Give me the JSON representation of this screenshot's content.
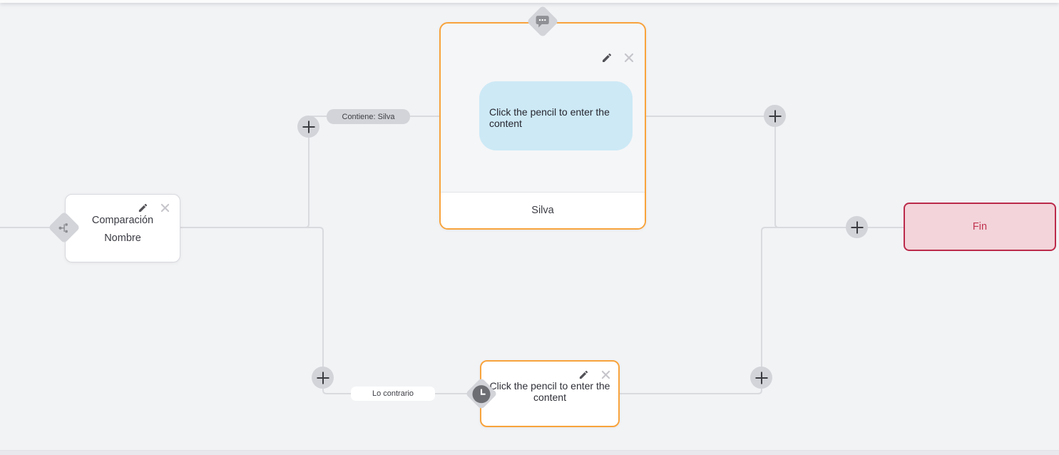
{
  "colors": {
    "canvas_bg": "#f2f3f5",
    "connector": "#d9dade",
    "node_accent_orange": "#f8a33c",
    "end_node_border": "#bb2a4a",
    "end_node_bg": "#f2d4da",
    "message_bubble_bg": "#cde9f6",
    "pill_gray_bg": "#d2d4d9"
  },
  "nodes": {
    "condition": {
      "title_line1": "Comparación",
      "title_line2": "Nombre"
    },
    "message": {
      "content_placeholder": "Click the pencil to enter the content",
      "footer_button": "Silva"
    },
    "delay": {
      "content_placeholder": "Click the pencil to enter the content"
    },
    "end": {
      "label": "Fin"
    }
  },
  "edge_labels": {
    "contains": "Contiene: Silva",
    "otherwise": "Lo contrario"
  }
}
